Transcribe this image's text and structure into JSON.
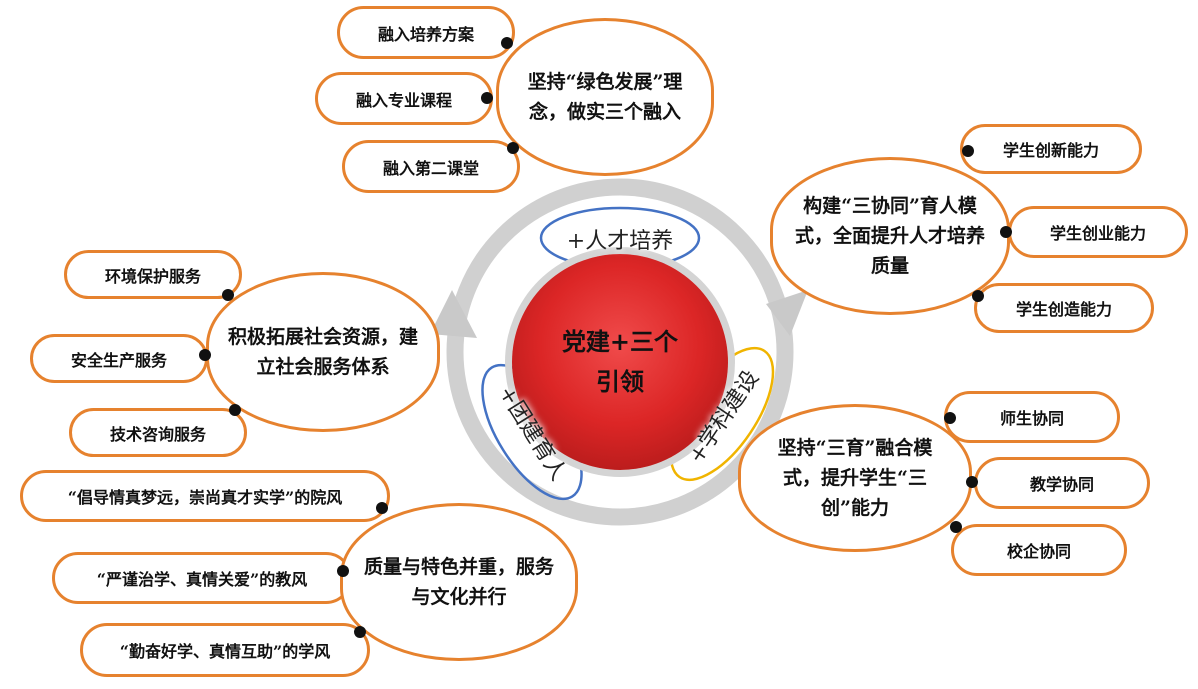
{
  "center": {
    "line1": "党建+三个",
    "line2": "引领"
  },
  "tags": {
    "talent": "+人才培养",
    "league": "+团建育人",
    "discipline": "+学科建设"
  },
  "nodes": {
    "green": {
      "text": "坚持“绿色发展”理念，做实三个融入",
      "leaves": [
        "融入培养方案",
        "融入专业课程",
        "融入第二课堂"
      ]
    },
    "social": {
      "text": "积极拓展社会资源，建立社会服务体系",
      "leaves": [
        "环境保护服务",
        "安全生产服务",
        "技术咨询服务"
      ]
    },
    "quality": {
      "text": "质量与特色并重，服务与文化并行",
      "leaves": [
        "“倡导情真梦远，崇尚真才实学”的院风",
        "“严谨治学、真情关爱”的教风",
        "“勤奋好学、真情互助”的学风"
      ]
    },
    "synergy": {
      "text": "构建“三协同”育人模式，全面提升人才培养质量",
      "leaves": [
        "学生创新能力",
        "学生创业能力",
        "学生创造能力"
      ]
    },
    "three_edu": {
      "text": "坚持“三育”融合模式，提升学生“三创”能力",
      "leaves": [
        "师生协同",
        "教学协同",
        "校企协同"
      ]
    }
  },
  "colors": {
    "node_border": "#e6822e",
    "ring": "#cfcfcf",
    "core": "#dc2626",
    "tag_talent": "#4472c4",
    "tag_league": "#4472c4",
    "tag_discipline": "#f0b400"
  }
}
